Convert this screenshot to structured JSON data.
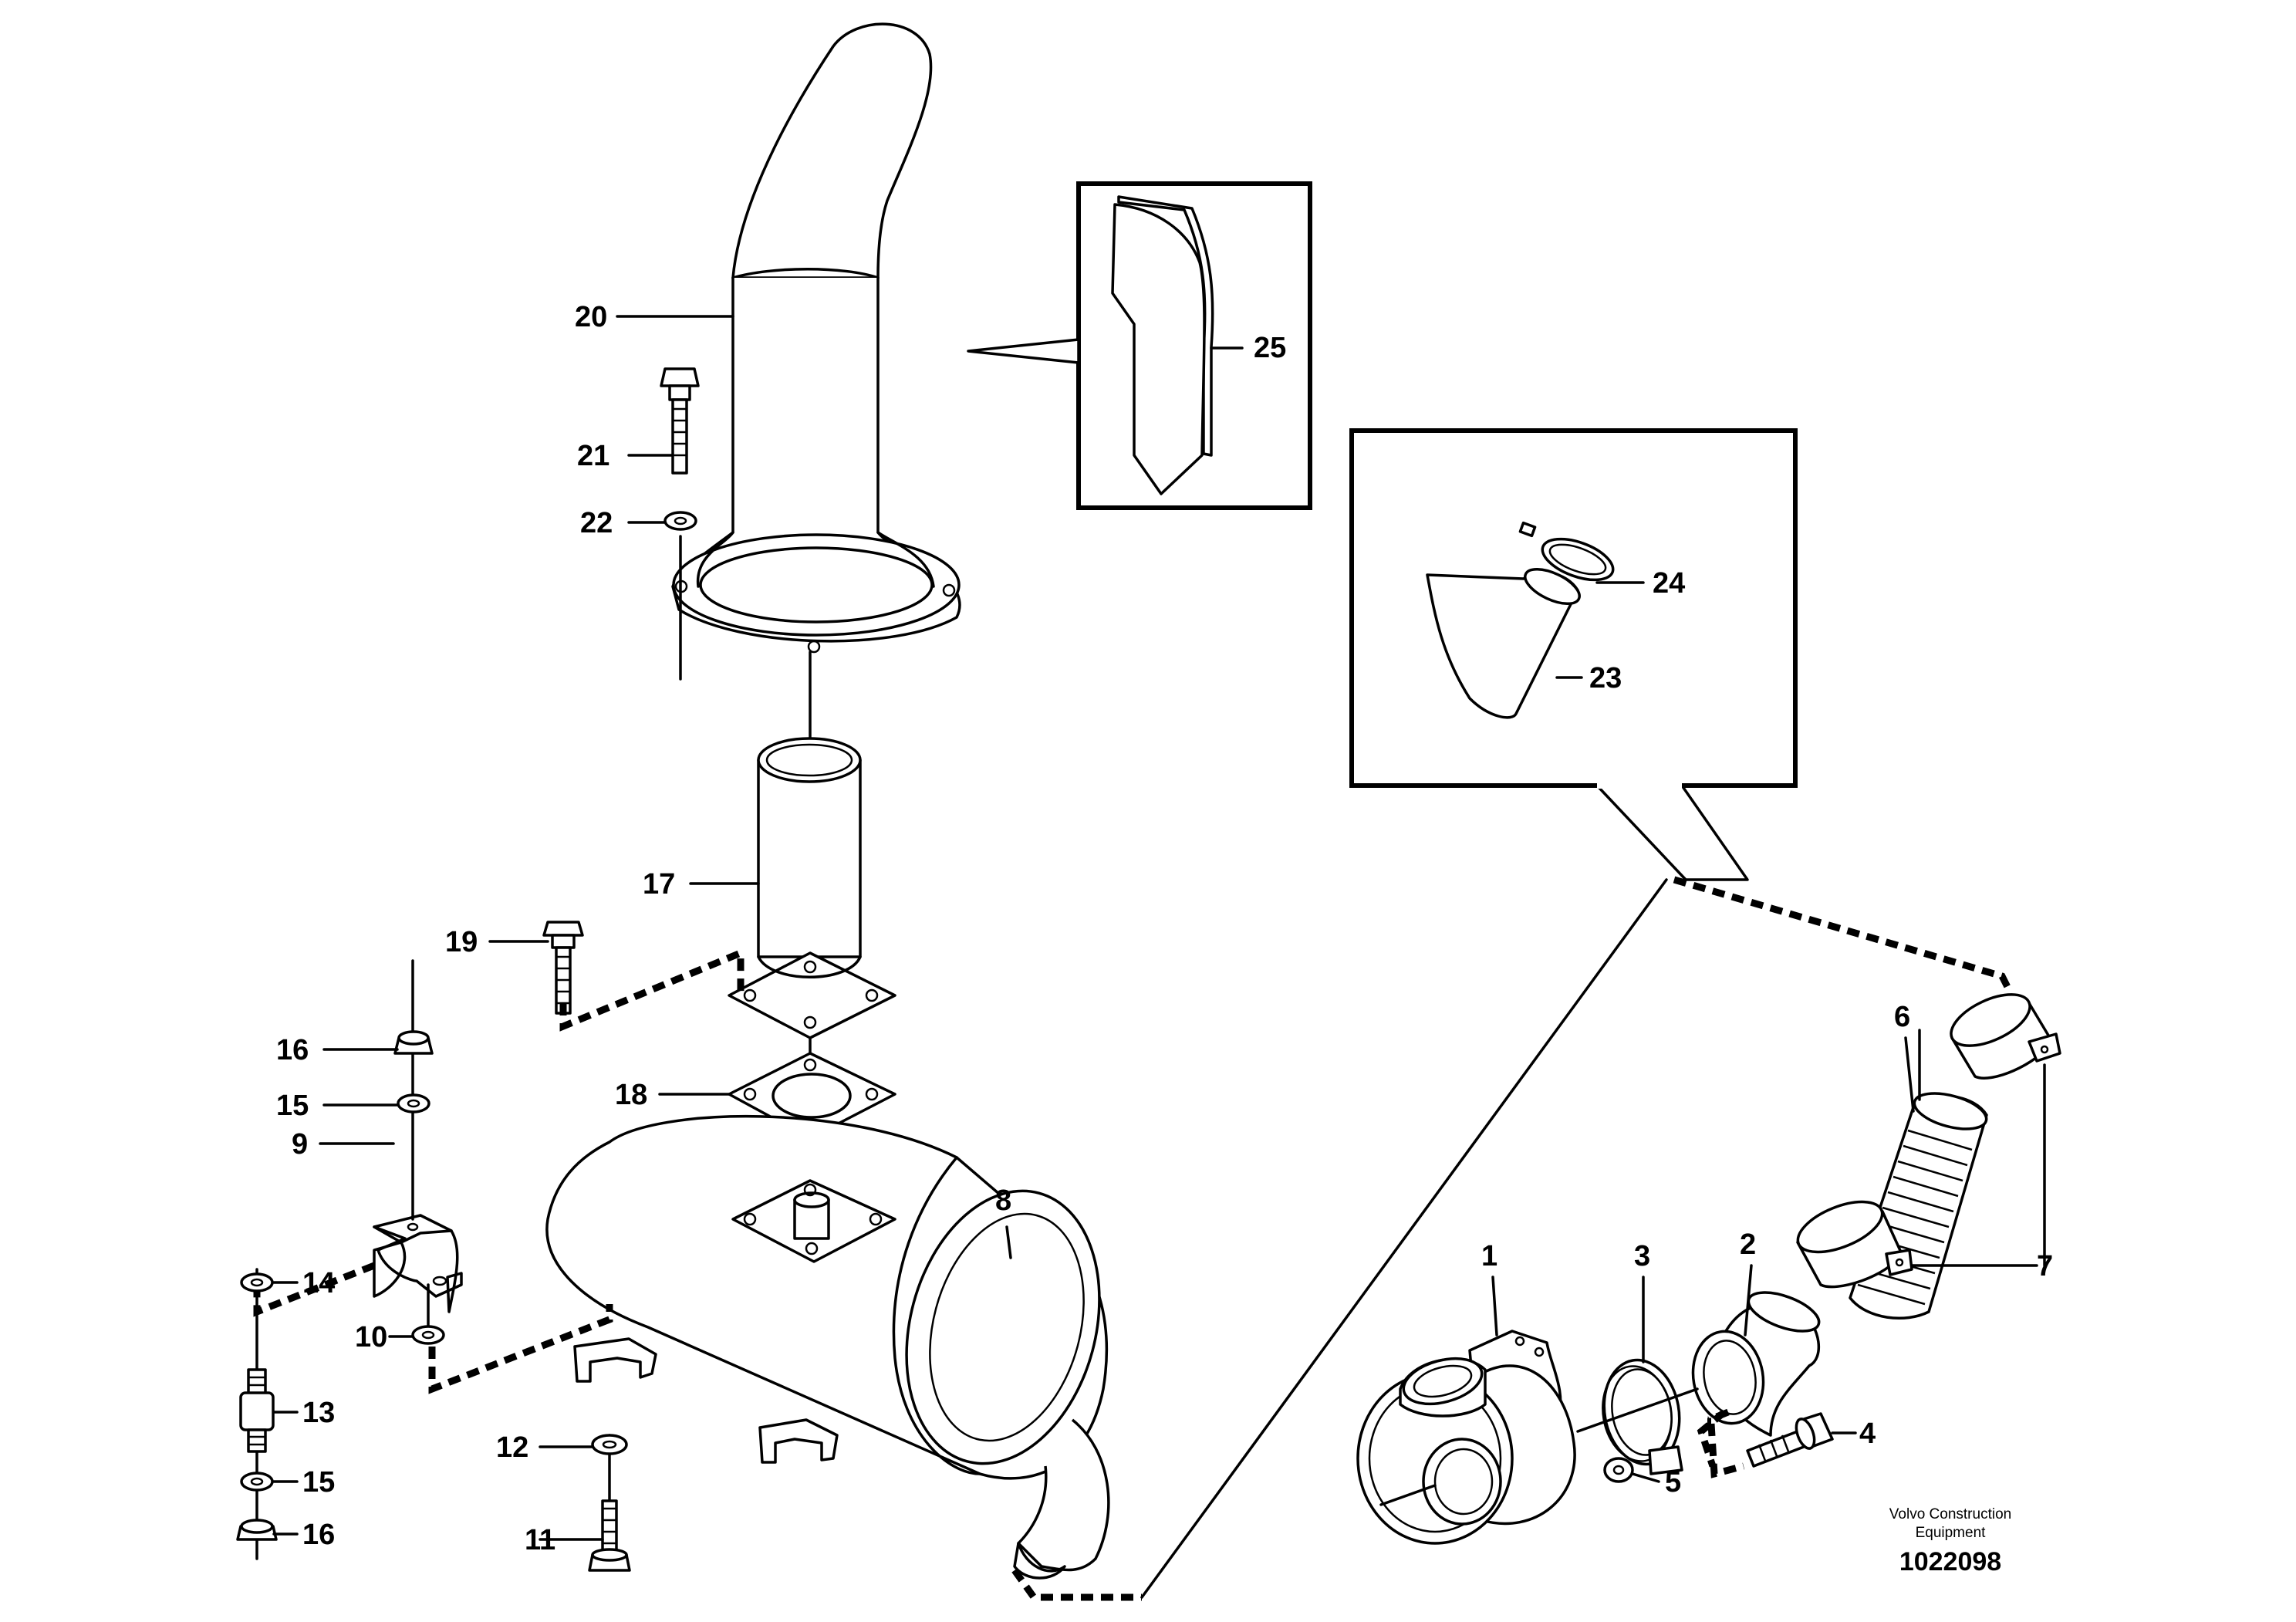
{
  "labels": {
    "p1": "1",
    "p2": "2",
    "p3": "3",
    "p4": "4",
    "p5": "5",
    "p6": "6",
    "p7": "7",
    "p8": "8",
    "p9": "9",
    "p10": "10",
    "p11": "11",
    "p12": "12",
    "p13": "13",
    "p14": "14",
    "p15a": "15",
    "p15b": "15",
    "p16a": "16",
    "p16b": "16",
    "p17": "17",
    "p18": "18",
    "p19": "19",
    "p20": "20",
    "p21": "21",
    "p22": "22",
    "p23": "23",
    "p24": "24",
    "p25": "25"
  },
  "credit": {
    "line1": "Volvo Construction",
    "line2": "Equipment",
    "drawing_number": "1022098"
  }
}
